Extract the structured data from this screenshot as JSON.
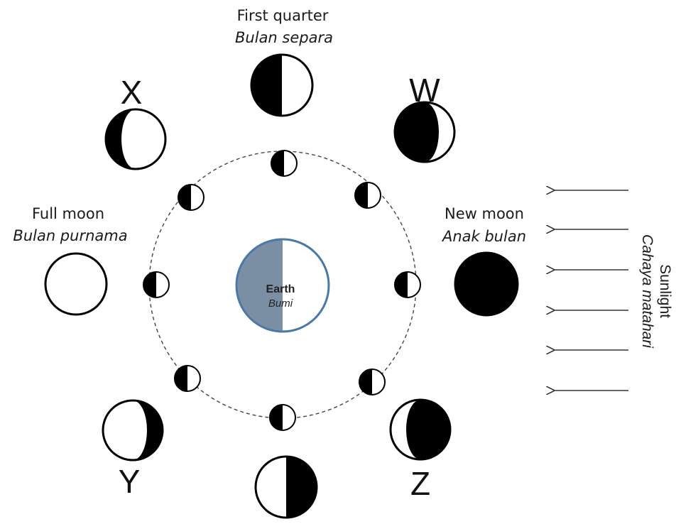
{
  "labels": {
    "first_quarter": "First quarter",
    "first_quarter_ms": "Bulan separa",
    "new_moon": "New moon",
    "new_moon_ms": "Anak bulan",
    "full_moon": "Full moon",
    "full_moon_ms": "Bulan purnama",
    "earth": "Earth",
    "earth_ms": "Bumi",
    "sunlight": "Sunlight",
    "sunlight_ms": "Cahaya matahari",
    "x": "X",
    "w": "W",
    "y": "Y",
    "z": "Z"
  },
  "colors": {
    "earth_shadow": "#7b8fa4",
    "earth_outline": "#4a79a8",
    "dark": "#000000",
    "light": "#ffffff"
  }
}
